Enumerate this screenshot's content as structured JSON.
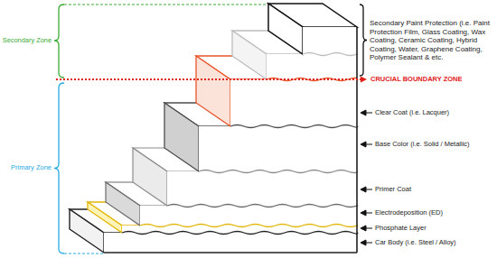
{
  "diagram": {
    "labels": [
      "Secondary Zone",
      "Secondary Paint Protection (i.e. Paint Protection Film, Glass Coating, Wax Coating, Ceramic Coating, Hybrid Coating, Water, Graphene Coating, Polymer Sealant & etc.",
      "CRUCIAL BOUNDARY ZONE",
      "Primary Zone",
      "Clear Coat (i.e. Lacquer)",
      "Base Color (i.e. Solid / Metallic)",
      "Primer Coat",
      "Electrodeposition (ED)",
      "Phosphate Layer",
      "Car Body (i.e. Steel / Alloy)"
    ]
  }
}
